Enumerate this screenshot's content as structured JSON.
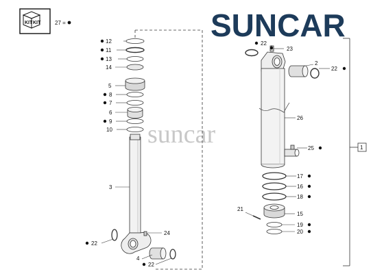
{
  "brand": {
    "text": "SUNCAR",
    "color": "#1d3b5a",
    "accent": "#2aa9c4"
  },
  "watermark": "suncar",
  "kit_box": {
    "label_top": "KIT",
    "label_bottom": "KIT",
    "ref": "27 ="
  },
  "assembly_ref": "1",
  "icons": {
    "kit": "kit-boxes-icon",
    "bullet": "black-dot-icon"
  },
  "rod_callouts": [
    {
      "id": "12",
      "bullet": true
    },
    {
      "id": "11",
      "bullet": true
    },
    {
      "id": "13",
      "bullet": true
    },
    {
      "id": "14",
      "bullet": false
    },
    {
      "id": "5",
      "bullet": false
    },
    {
      "id": "8",
      "bullet": true
    },
    {
      "id": "7",
      "bullet": true
    },
    {
      "id": "6",
      "bullet": false
    },
    {
      "id": "9",
      "bullet": true
    },
    {
      "id": "10",
      "bullet": false
    },
    {
      "id": "3",
      "bullet": false
    },
    {
      "id": "24",
      "bullet": false
    },
    {
      "id": "22",
      "bullet": true
    },
    {
      "id": "4",
      "bullet": false
    },
    {
      "id": "22",
      "bullet": true
    }
  ],
  "barrel_callouts": [
    {
      "id": "22",
      "bullet": true
    },
    {
      "id": "23",
      "bullet": true
    },
    {
      "id": "2",
      "bullet": false
    },
    {
      "id": "22",
      "bullet": true
    },
    {
      "id": "26",
      "bullet": false
    },
    {
      "id": "25",
      "bullet": true
    },
    {
      "id": "17",
      "bullet": true
    },
    {
      "id": "16",
      "bullet": true
    },
    {
      "id": "18",
      "bullet": true
    },
    {
      "id": "21",
      "bullet": false
    },
    {
      "id": "15",
      "bullet": false
    },
    {
      "id": "19",
      "bullet": true
    },
    {
      "id": "20",
      "bullet": true
    }
  ]
}
